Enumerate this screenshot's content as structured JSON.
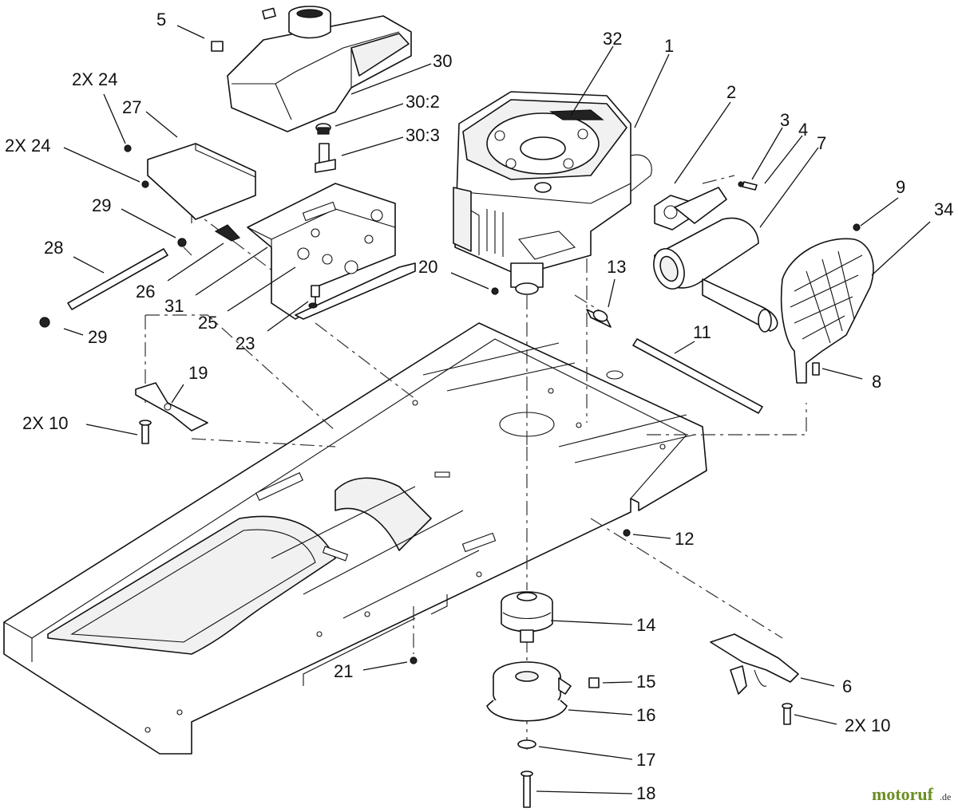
{
  "callouts": [
    {
      "id": "c1",
      "text": "1"
    },
    {
      "id": "c2",
      "text": "2"
    },
    {
      "id": "c3",
      "text": "3"
    },
    {
      "id": "c4",
      "text": "4"
    },
    {
      "id": "c5",
      "text": "5"
    },
    {
      "id": "c6",
      "text": "6"
    },
    {
      "id": "c7",
      "text": "7"
    },
    {
      "id": "c8",
      "text": "8"
    },
    {
      "id": "c9",
      "text": "9"
    },
    {
      "id": "c10a",
      "text": "2X 10"
    },
    {
      "id": "c10b",
      "text": "2X 10"
    },
    {
      "id": "c11",
      "text": "11"
    },
    {
      "id": "c12",
      "text": "12"
    },
    {
      "id": "c13",
      "text": "13"
    },
    {
      "id": "c14",
      "text": "14"
    },
    {
      "id": "c15",
      "text": "15"
    },
    {
      "id": "c16",
      "text": "16"
    },
    {
      "id": "c17",
      "text": "17"
    },
    {
      "id": "c18",
      "text": "18"
    },
    {
      "id": "c19",
      "text": "19"
    },
    {
      "id": "c20",
      "text": "20"
    },
    {
      "id": "c21",
      "text": "21"
    },
    {
      "id": "c23",
      "text": "23"
    },
    {
      "id": "c24a",
      "text": "2X 24"
    },
    {
      "id": "c24b",
      "text": "2X 24"
    },
    {
      "id": "c25",
      "text": "25"
    },
    {
      "id": "c26",
      "text": "26"
    },
    {
      "id": "c27",
      "text": "27"
    },
    {
      "id": "c28",
      "text": "28"
    },
    {
      "id": "c29a",
      "text": "29"
    },
    {
      "id": "c29b",
      "text": "29"
    },
    {
      "id": "c30",
      "text": "30"
    },
    {
      "id": "c30_2",
      "text": "30:2"
    },
    {
      "id": "c30_3",
      "text": "30:3"
    },
    {
      "id": "c31",
      "text": "31"
    },
    {
      "id": "c32",
      "text": "32"
    },
    {
      "id": "c34",
      "text": "34"
    }
  ],
  "watermark": {
    "brand": "motoruf",
    "suffix": ".de"
  }
}
